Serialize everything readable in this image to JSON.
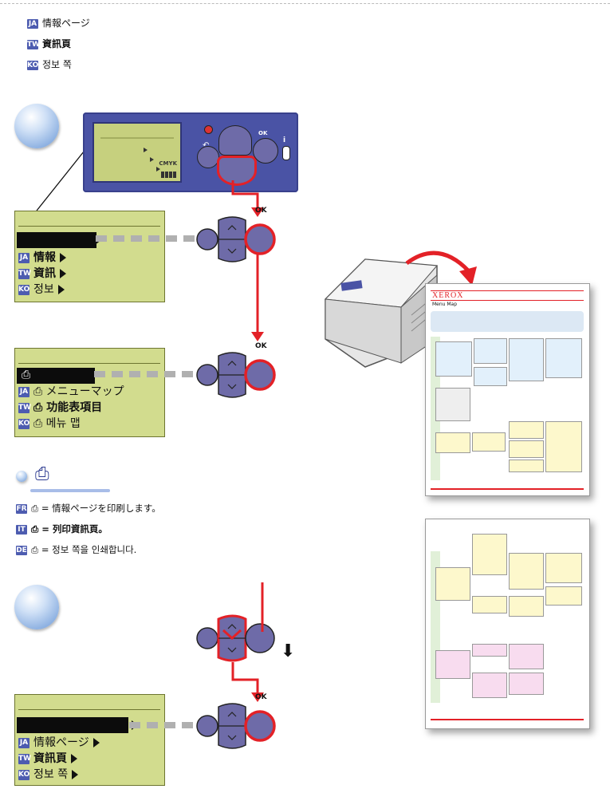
{
  "header": {
    "lines": [
      {
        "tag": "JA",
        "text": "情報ページ"
      },
      {
        "tag": "TW",
        "text": "資訊頁"
      },
      {
        "tag": "KO",
        "text": "정보 쪽"
      }
    ]
  },
  "control_panel": {
    "ok_label": "OK",
    "status_label": "CMYK"
  },
  "lcd1": {
    "options": [
      {
        "tag": "JA",
        "text": "情報"
      },
      {
        "tag": "TW",
        "text": "資訊"
      },
      {
        "tag": "KO",
        "text": "정보"
      }
    ]
  },
  "lcd2": {
    "options": [
      {
        "tag": "JA",
        "text": "メニューマップ"
      },
      {
        "tag": "TW",
        "text": "功能表項目"
      },
      {
        "tag": "KO",
        "text": "메뉴 맵"
      }
    ]
  },
  "notes": [
    {
      "tag": "FR",
      "text": "= 情報ページを印刷します。"
    },
    {
      "tag": "IT",
      "text": "= 列印資訊頁。"
    },
    {
      "tag": "DE",
      "text": "= 정보 쪽을 인쇄합니다."
    }
  ],
  "lcd3": {
    "options": [
      {
        "tag": "JA",
        "text": "情報ページ"
      },
      {
        "tag": "TW",
        "text": "資訊頁"
      },
      {
        "tag": "KO",
        "text": "정보 쪽"
      }
    ]
  },
  "ok_labels": {
    "a": "OK",
    "b": "OK",
    "c": "OK"
  },
  "menu_map_page": {
    "brand": "XEROX",
    "title": "Menu Map"
  },
  "colors": {
    "lcd": "#d2dc8e",
    "panel": "#4a53a5",
    "accent_red": "#e32127",
    "button": "#6e6ba8",
    "tag": "#4d5cb0"
  }
}
